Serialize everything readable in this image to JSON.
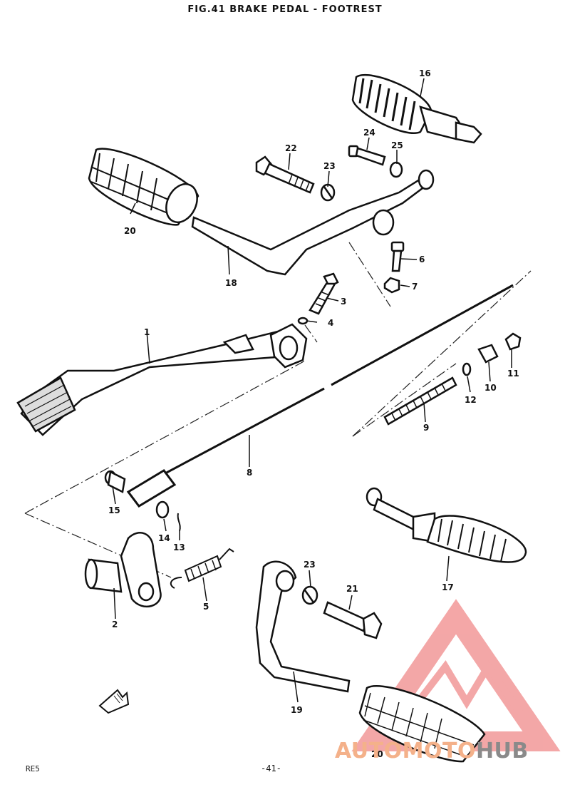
{
  "title": "FIG.41  BRAKE PEDAL - FOOTREST",
  "page_number": "-41-",
  "model_code": "RE5",
  "parts": [
    {
      "id": "p1",
      "number": "1"
    },
    {
      "id": "p2",
      "number": "2"
    },
    {
      "id": "p3",
      "number": "3"
    },
    {
      "id": "p4",
      "number": "4"
    },
    {
      "id": "p5",
      "number": "5"
    },
    {
      "id": "p6",
      "number": "6"
    },
    {
      "id": "p7",
      "number": "7"
    },
    {
      "id": "p8",
      "number": "8"
    },
    {
      "id": "p9",
      "number": "9"
    },
    {
      "id": "p10",
      "number": "10"
    },
    {
      "id": "p11",
      "number": "11"
    },
    {
      "id": "p12",
      "number": "12"
    },
    {
      "id": "p13",
      "number": "13"
    },
    {
      "id": "p14",
      "number": "14"
    },
    {
      "id": "p15",
      "number": "15"
    },
    {
      "id": "p16",
      "number": "16"
    },
    {
      "id": "p17",
      "number": "17"
    },
    {
      "id": "p18",
      "number": "18"
    },
    {
      "id": "p19",
      "number": "19"
    },
    {
      "id": "p20a",
      "number": "20"
    },
    {
      "id": "p20b",
      "number": "20"
    },
    {
      "id": "p21",
      "number": "21"
    },
    {
      "id": "p22",
      "number": "22"
    },
    {
      "id": "p23a",
      "number": "23"
    },
    {
      "id": "p23b",
      "number": "23"
    },
    {
      "id": "p24",
      "number": "24"
    },
    {
      "id": "p25",
      "number": "25"
    }
  ],
  "watermark": {
    "brand_left": "AUTOMOTO",
    "brand_right": "HUB",
    "color_accent": "#f08a8a",
    "color_dark": "#8a8a8a"
  },
  "colors": {
    "ink": "#111111",
    "paper": "#ffffff"
  }
}
